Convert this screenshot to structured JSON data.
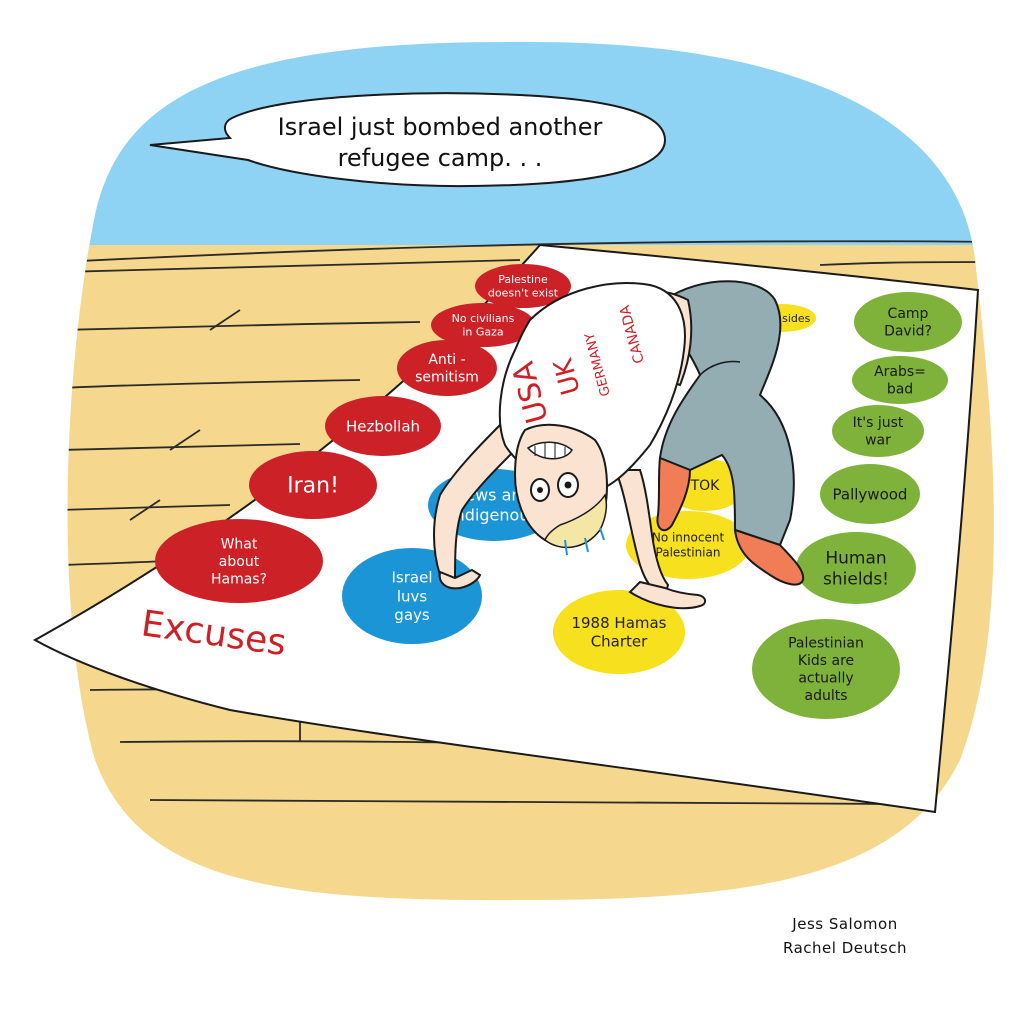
{
  "speech_bubble": {
    "line1": "Israel just bombed another",
    "line2": "refugee camp. . ."
  },
  "mat": {
    "label": "Excuses",
    "red_spots": [
      [
        "Palestine",
        "doesn't exist"
      ],
      [
        "No civilians",
        "in Gaza"
      ],
      [
        "Anti -",
        "semitism"
      ],
      [
        "Hezbollah"
      ],
      [
        "Iran!"
      ],
      [
        "What",
        "about",
        "Hamas?"
      ]
    ],
    "blue_spots": [
      [
        "Jews are",
        "indigenous"
      ],
      [
        "Israel",
        "luvs",
        "gays"
      ]
    ],
    "yellow_spots": [
      [
        "both sides"
      ],
      [
        "TOK"
      ],
      [
        "No innocent",
        "Palestinian"
      ],
      [
        "1988 Hamas",
        "Charter"
      ]
    ],
    "green_spots": [
      [
        "Camp",
        "David?"
      ],
      [
        "Arabs=",
        "bad"
      ],
      [
        "It's just",
        "war"
      ],
      [
        "Pallywood"
      ],
      [
        "Human",
        "shields!"
      ],
      [
        "Palestinian",
        "Kids are",
        "actually",
        "adults"
      ]
    ]
  },
  "shirt_text": [
    "USA",
    "UK",
    "GERMANY",
    "CANADA"
  ],
  "credits": {
    "line1": "Jess Salomon",
    "line2": "Rachel Deutsch"
  },
  "colors": {
    "sky": "#8fd3f4",
    "floor": "#f5d88e",
    "mat": "#ffffff",
    "red": "#cc2127",
    "blue": "#1b95d6",
    "yellow": "#f7e01d",
    "green": "#7fb23a",
    "pants": "#93adb3",
    "skin": "#fbe3d2",
    "sock": "#f07d56"
  }
}
